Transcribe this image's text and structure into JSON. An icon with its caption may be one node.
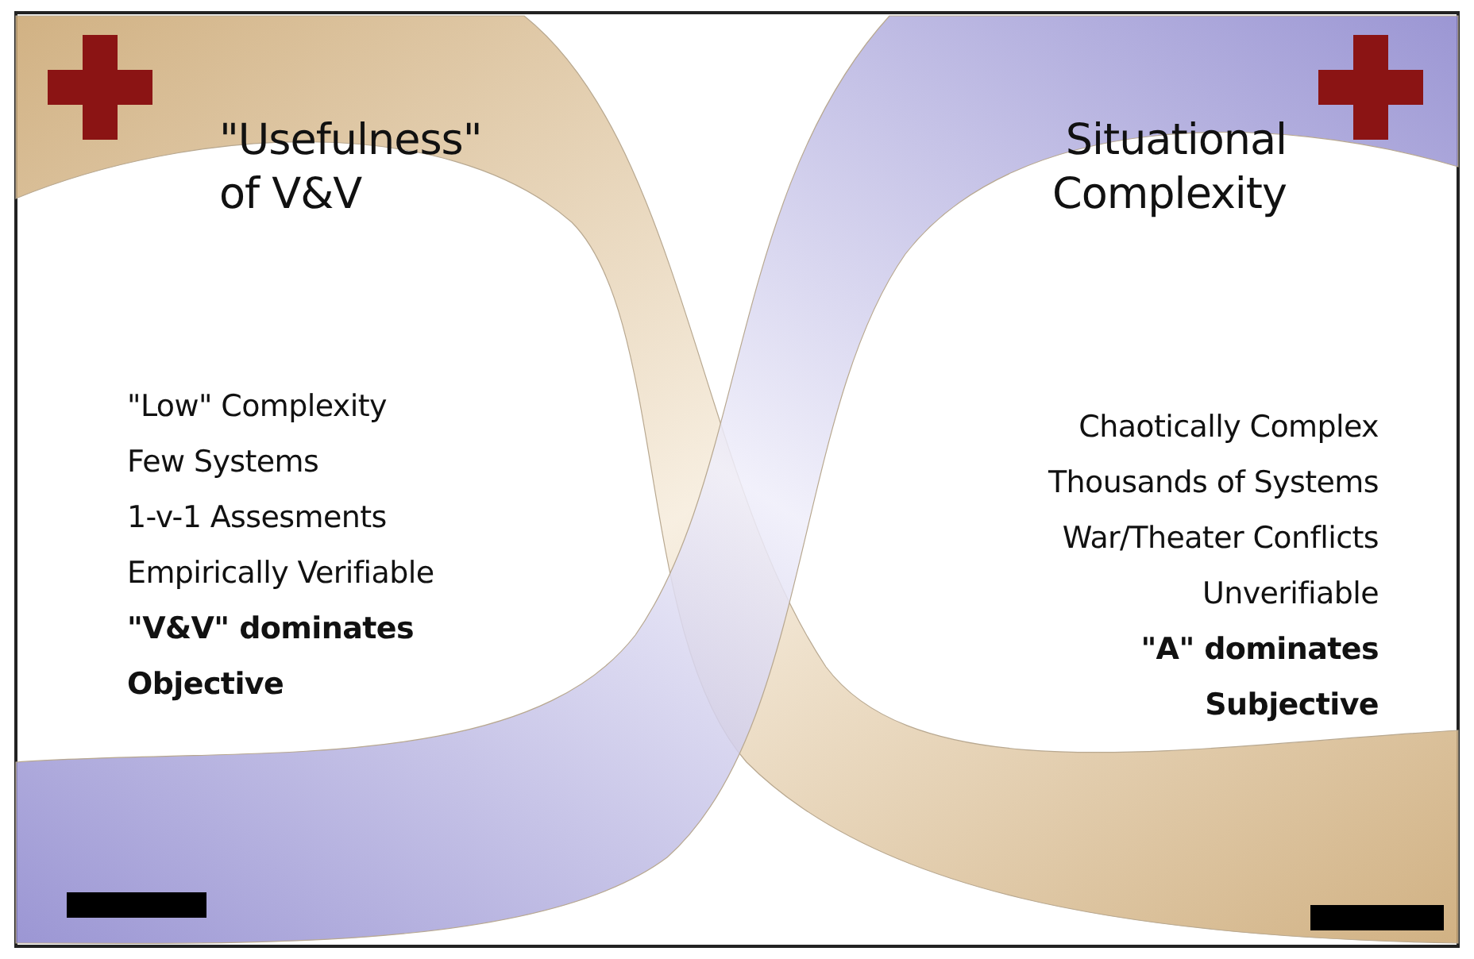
{
  "diagram": {
    "nodes": [
      {
        "text": [
          "\"Usefulness\" of V&V"
        ]
      },
      {
        "text": [
          "Situational Complexity"
        ]
      }
    ],
    "labels": [
      "\"Low\" Complexity",
      "Few Systems",
      "1-v-1 Assesments",
      "Empirically Verifiable",
      "\"V&V\" dominates",
      "Objective",
      "Chaotically Complex",
      "Thousands of Systems",
      "War/Theater Conflicts",
      "Unverifiable",
      "\"A\" dominates",
      "Subjective"
    ]
  }
}
